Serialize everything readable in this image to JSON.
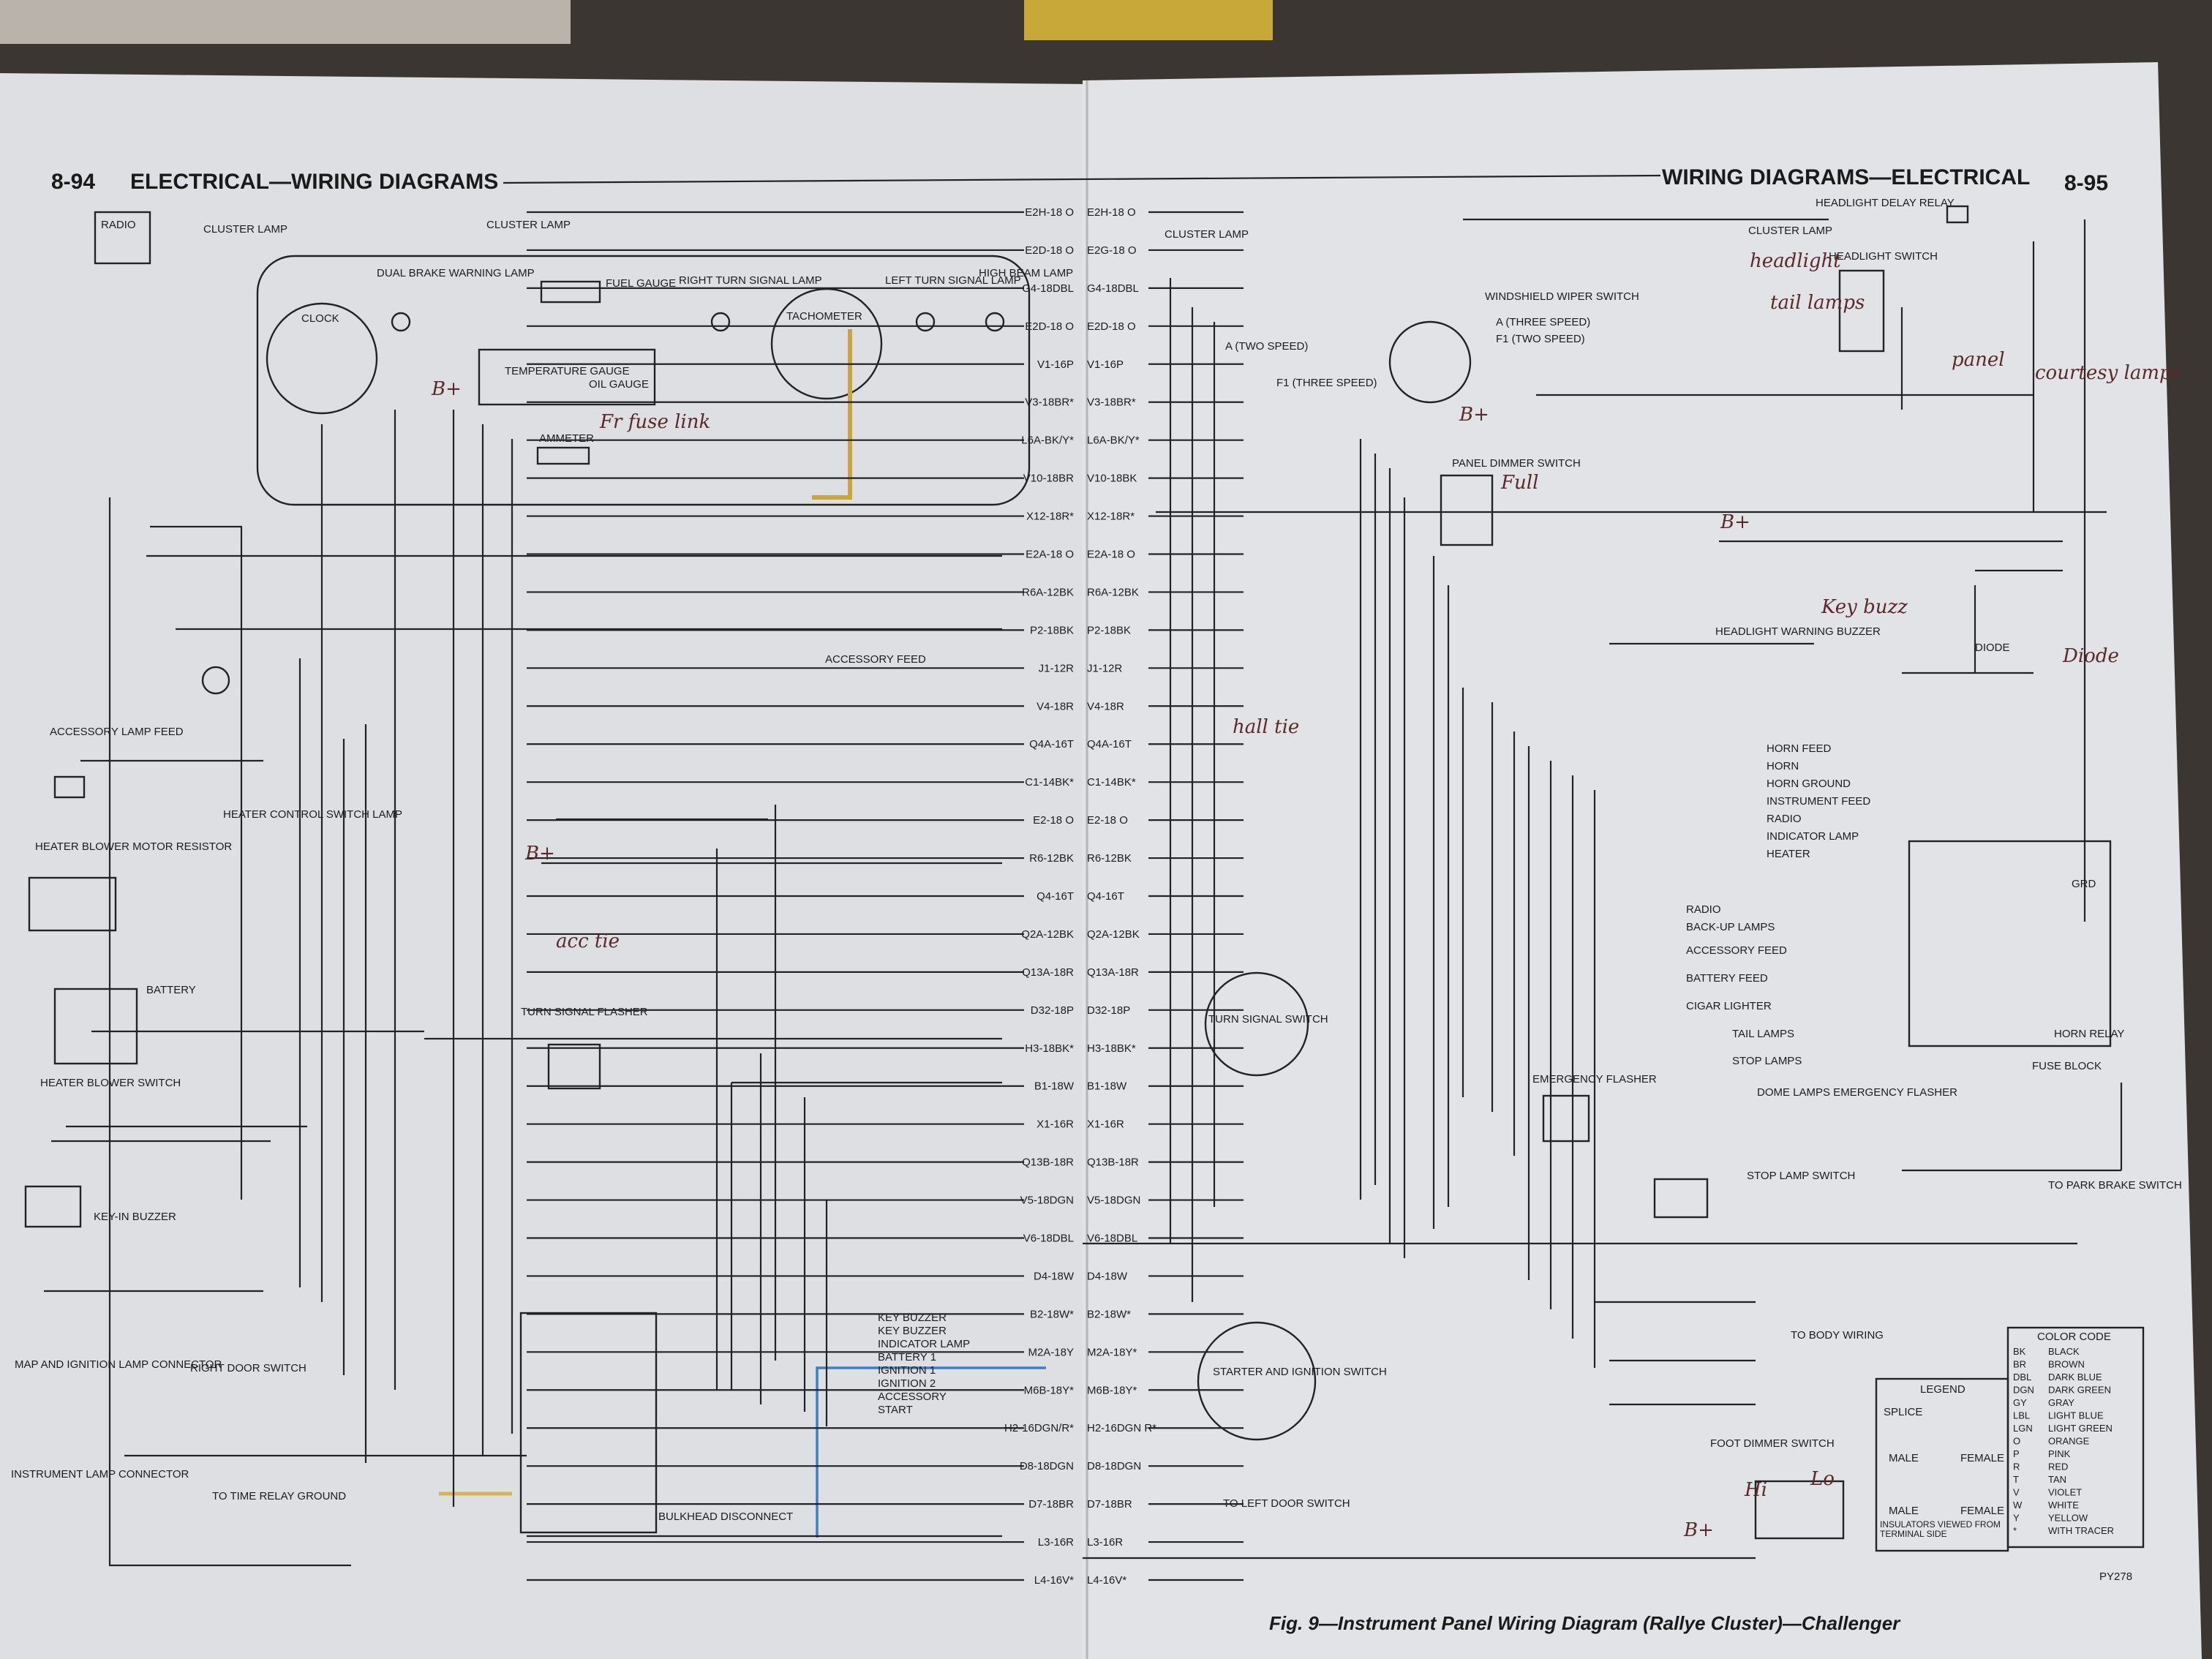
{
  "header": {
    "left_page_number": "8-94",
    "left_title": "ELECTRICAL—WIRING DIAGRAMS",
    "right_title": "WIRING DIAGRAMS—ELECTRICAL",
    "right_page_number": "8-95"
  },
  "figure_caption": "Fig. 9—Instrument Panel Wiring Diagram (Rallye Cluster)—Challenger",
  "figure_code": "PY278",
  "components": {
    "radio": "RADIO",
    "cluster_lamp": "CLUSTER LAMP",
    "dual_brake_warning_lamp": "DUAL BRAKE WARNING LAMP",
    "fuel_gauge": "FUEL GAUGE",
    "right_turn_signal_lamp": "RIGHT TURN SIGNAL LAMP",
    "left_turn_signal_lamp": "LEFT TURN SIGNAL LAMP",
    "high_beam_lamp": "HIGH BEAM LAMP",
    "clock": "CLOCK",
    "tachometer": "TACHOMETER",
    "temperature_gauge": "TEMPERATURE GAUGE",
    "oil_gauge": "OIL GAUGE",
    "ammeter": "AMMETER",
    "windshield_wiper_switch": "WINDSHIELD WIPER SWITCH",
    "wiper_two_speed": "A (THREE SPEED)",
    "wiper_f1": "F1 (TWO SPEED)",
    "wiper_a_two": "A (TWO SPEED)",
    "wiper_f1_three": "F1 (THREE SPEED)",
    "headlight_delay_relay": "HEADLIGHT DELAY RELAY",
    "headlight_switch": "HEADLIGHT SWITCH",
    "panel_dimmer_switch": "PANEL DIMMER SWITCH",
    "headlight_warning_buzzer": "HEADLIGHT WARNING BUZZER",
    "diode": "DIODE",
    "accessory_lamp_feed": "ACCESSORY LAMP FEED",
    "accessory_feed": "ACCESSORY FEED",
    "heater_blower_motor_resistor": "HEATER BLOWER MOTOR RESISTOR",
    "heater_control_switch_lamp": "HEATER CONTROL SWITCH LAMP",
    "heater_blower_switch": "HEATER BLOWER SWITCH",
    "battery": "BATTERY",
    "turn_signal_flasher": "TURN SIGNAL FLASHER",
    "turn_signal_switch": "TURN SIGNAL SWITCH",
    "key_in_buzzer": "KEY-IN BUZZER",
    "map_ignition_lamp_connector": "MAP AND IGNITION LAMP CONNECTOR",
    "right_door_switch": "RIGHT DOOR SWITCH",
    "instrument_lamp_connector": "INSTRUMENT LAMP CONNECTOR",
    "to_time_relay_ground": "TO TIME RELAY GROUND",
    "bulkhead_disconnect": "BULKHEAD DISCONNECT",
    "starter_ignition_switch": "STARTER AND IGNITION SWITCH",
    "to_left_door_switch": "TO LEFT DOOR SWITCH",
    "emergency_flasher": "EMERGENCY FLASHER",
    "stop_lamp_switch": "STOP LAMP SWITCH",
    "to_park_brake_switch": "TO PARK BRAKE SWITCH",
    "to_body_wiring": "TO BODY WIRING",
    "foot_dimmer_switch": "FOOT DIMMER SWITCH",
    "horn_relay": "HORN RELAY",
    "fuse_block": "FUSE BLOCK",
    "grd": "GRD"
  },
  "fuse_block_labels": [
    "HORN FEED",
    "HORN",
    "HORN GROUND",
    "INSTRUMENT FEED",
    "RADIO",
    "INDICATOR LAMP",
    "HEATER",
    "RADIO",
    "BACK-UP LAMPS",
    "ACCESSORY FEED",
    "BATTERY FEED",
    "CIGAR LIGHTER",
    "TAIL LAMPS",
    "STOP LAMPS",
    "DOME LAMPS EMERGENCY FLASHER"
  ],
  "ignition_switch_labels": [
    "KEY BUZZER",
    "KEY BUZZER",
    "INDICATOR LAMP",
    "BATTERY 1",
    "IGNITION 1",
    "IGNITION 2",
    "ACCESSORY",
    "START"
  ],
  "center_wires_left": [
    "E2H-18 O",
    "E2D-18 O",
    "G4-18DBL",
    "E2D-18 O",
    "V1-16P",
    "V3-18BR*",
    "L6A-BK/Y*",
    "V10-18BR",
    "X12-18R*",
    "E2A-18 O",
    "R6A-12BK",
    "P2-18BK",
    "J1-12R",
    "V4-18R",
    "Q4A-16T",
    "C1-14BK*",
    "E2-18 O",
    "R6-12BK",
    "Q4-16T",
    "Q2A-12BK",
    "Q13A-18R",
    "D32-18P",
    "H3-18BK*",
    "B1-18W",
    "X1-16R",
    "Q13B-18R",
    "V5-18DGN",
    "V6-18DBL",
    "D4-18W",
    "B2-18W*",
    "M2A-18Y",
    "M6B-18Y*",
    "H2-16DGN/R*",
    "D8-18DGN",
    "D7-18BR",
    "L3-16R",
    "L4-16V*"
  ],
  "center_wires_right": [
    "E2H-18 O",
    "E2G-18 O",
    "G4-18DBL",
    "E2D-18 O",
    "V1-16P",
    "V3-18BR*",
    "L6A-BK/Y*",
    "V10-18BK",
    "X12-18R*",
    "E2A-18 O",
    "R6A-12BK",
    "P2-18BK",
    "J1-12R",
    "V4-18R",
    "Q4A-16T",
    "C1-14BK*",
    "E2-18 O",
    "R6-12BK",
    "Q4-16T",
    "Q2A-12BK",
    "Q13A-18R",
    "D32-18P",
    "H3-18BK*",
    "B1-18W",
    "X1-16R",
    "Q13B-18R",
    "V5-18DGN",
    "V6-18DBL",
    "D4-18W",
    "B2-18W*",
    "M2A-18Y*",
    "M6B-18Y*",
    "H2-16DGN R*",
    "D8-18DGN",
    "D7-18BR",
    "L3-16R",
    "L4-16V*"
  ],
  "legend": {
    "title": "LEGEND",
    "splice": "SPLICE",
    "male": "MALE",
    "female": "FEMALE",
    "insulators": "INSULATORS VIEWED FROM TERMINAL SIDE"
  },
  "color_code": {
    "title": "COLOR CODE",
    "rows": [
      [
        "BK",
        "BLACK"
      ],
      [
        "BR",
        "BROWN"
      ],
      [
        "DBL",
        "DARK BLUE"
      ],
      [
        "DGN",
        "DARK GREEN"
      ],
      [
        "GY",
        "GRAY"
      ],
      [
        "LBL",
        "LIGHT BLUE"
      ],
      [
        "LGN",
        "LIGHT GREEN"
      ],
      [
        "O",
        "ORANGE"
      ],
      [
        "P",
        "PINK"
      ],
      [
        "R",
        "RED"
      ],
      [
        "T",
        "TAN"
      ],
      [
        "V",
        "VIOLET"
      ],
      [
        "W",
        "WHITE"
      ],
      [
        "Y",
        "YELLOW"
      ],
      [
        "*",
        "WITH TRACER"
      ]
    ]
  },
  "handwritten": [
    "B+",
    "Fr fuse link",
    "acc tie",
    "B+",
    "B+",
    "headlight",
    "tail lamps",
    "panel",
    "courtesy lamps",
    "Full",
    "B+",
    "Key buzz",
    "Diode",
    "hall tie",
    "B+",
    "Hi",
    "Lo"
  ]
}
